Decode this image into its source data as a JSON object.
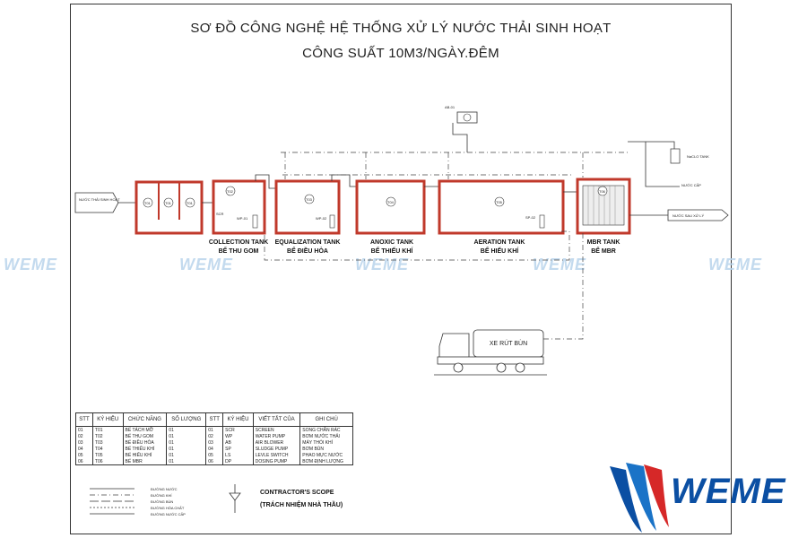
{
  "title": {
    "line1": "SƠ ĐỒ CÔNG NGHỆ HỆ THỐNG XỬ LÝ NƯỚC THẢI SINH HOẠT",
    "line2": "CÔNG SUẤT 10M3/NGÀY.ĐÊM"
  },
  "inlet": {
    "label": "NƯỚC THẢI SINH HOẠT"
  },
  "tanks": [
    {
      "name": "COLLECTION TANK",
      "name_vi": "BỂ THU GOM",
      "code": "T02"
    },
    {
      "name": "EQUALIZATION TANK",
      "name_vi": "BỂ ĐIỀU HÒA",
      "code": "T03"
    },
    {
      "name": "ANOXIC TANK",
      "name_vi": "BỂ THIẾU KHÍ",
      "code": "T04"
    },
    {
      "name": "AERATION TANK",
      "name_vi": "BỂ HIẾU KHÍ",
      "code": "T05"
    },
    {
      "name": "MBR TANK",
      "name_vi": "BỂ MBR",
      "code": "T06"
    }
  ],
  "separation_tank": {
    "codes": [
      "T01",
      "T01",
      "T01"
    ]
  },
  "equipment": {
    "blower": "AB-01",
    "screen": "SCR",
    "pump_collection": "WP-01",
    "pump_equalization": "WP-02",
    "pump_aeration": "SP-02",
    "naclo_tank": "NaCLO TANK",
    "clean_water": "NƯỚC CẤP",
    "outlet": "NƯỚC SAU XỬ LÝ"
  },
  "truck": {
    "label": "XE RÚT BÙN"
  },
  "table": {
    "headers": [
      "STT",
      "KÝ HIỆU",
      "CHỨC NĂNG",
      "SỐ LƯỢNG",
      "STT",
      "KÝ HIỆU",
      "VIẾT TẮT CỦA",
      "GHI CHÚ"
    ],
    "rows": [
      [
        "01",
        "T01",
        "BỂ TÁCH MỠ",
        "01",
        "01",
        "SCR",
        "SCREEN",
        "SONG CHẮN RÁC"
      ],
      [
        "02",
        "T02",
        "BỂ THU GOM",
        "01",
        "02",
        "WP",
        "WATER PUMP",
        "BƠM NƯỚC THẢI"
      ],
      [
        "03",
        "T03",
        "BỂ ĐIỀU HÒA",
        "01",
        "03",
        "AB",
        "AIR BLOWER",
        "MÁY THỔI KHÍ"
      ],
      [
        "04",
        "T04",
        "BỂ THIẾU KHÍ",
        "01",
        "04",
        "SP",
        "SLUDGE PUMP",
        "BƠM BÙN"
      ],
      [
        "05",
        "T05",
        "BỂ HIẾU KHÍ",
        "01",
        "05",
        "LS",
        "LEVLE SWITCH",
        "PHAO MỰC NƯỚC"
      ],
      [
        "06",
        "T06",
        "BỂ MBR",
        "01",
        "06",
        "DP",
        "DOSING PUMP",
        "BƠM ĐỊNH LƯỢNG"
      ]
    ]
  },
  "line_legend": [
    "ĐƯỜNG NƯỚC",
    "ĐƯỜNG KHÍ",
    "ĐƯỜNG BÙN",
    "ĐƯỜNG HÓA CHẤT",
    "ĐƯỜNG NƯỚC CẤP"
  ],
  "scope": {
    "line1": "CONTRACTOR'S SCOPE",
    "line2": "(TRÁCH NHIỆM NHÀ THẦU)"
  },
  "watermark": "WEME",
  "brand": "WEME",
  "colors": {
    "tank_wall": "#c0392b",
    "brand_blue": "#0b4fa3",
    "brand_red": "#d62828",
    "watermark": "#b9d4ec"
  }
}
